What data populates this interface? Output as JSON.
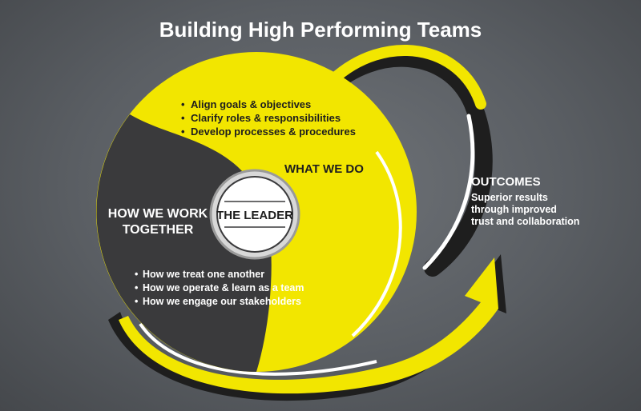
{
  "title": "Building High Performing Teams",
  "what_we_do": {
    "label": "WHAT WE DO",
    "bullets": [
      "Align goals & objectives",
      "Clarify roles & responsibilities",
      "Develop processes & procedures"
    ]
  },
  "how_we_work": {
    "label_line1": "HOW WE WORK",
    "label_line2": "TOGETHER",
    "bullets": [
      "How we treat one another",
      "How we operate & learn as a team",
      "How we engage our stakeholders"
    ]
  },
  "center": {
    "label": "THE LEADER"
  },
  "outcomes": {
    "heading": "OUTCOMES",
    "lines": [
      "Superior results",
      "through improved",
      "trust and collaboration"
    ]
  },
  "colors": {
    "yellow": "#f2e600",
    "dark": "#3a3a3c",
    "background": "#5a5e63",
    "white": "#ffffff"
  }
}
